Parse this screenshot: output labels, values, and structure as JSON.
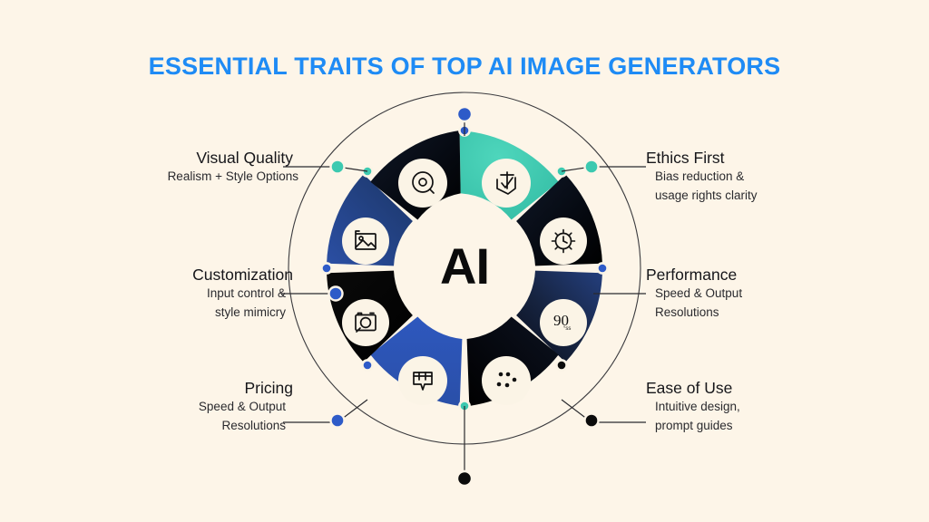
{
  "page": {
    "background_color": "#FDF5E8",
    "title": "ESSENTIAL TRAITS OF TOP AI IMAGE GENERATORS",
    "title_color": "#1E8BF5",
    "center_label": "AI"
  },
  "palette": {
    "teal": "#3CC9B0",
    "royal_blue": "#2C52A0",
    "bright_blue": "#2E5BC8",
    "near_black": "#0B0B0B",
    "midnight": "#101828",
    "cream": "#FDF5E8",
    "line": "#2A2A2E"
  },
  "traits": [
    {
      "id": "visual-quality",
      "title": "Visual Quality",
      "subtitle_lines": [
        "Realism + Style Options"
      ],
      "icon": "lens-quality-icon",
      "segment_color": "#3CC9B0",
      "dot_color": "#3CC9B0",
      "side": "left"
    },
    {
      "id": "customization",
      "title": "Customization",
      "subtitle_lines": [
        "Input control &",
        "style mimicry"
      ],
      "icon": "image-frame-icon",
      "segment_color": "#2C52A0",
      "dot_color": "#2E5BC8",
      "side": "left"
    },
    {
      "id": "pricing",
      "title": "Pricing",
      "subtitle_lines": [
        "Speed & Output",
        "Resolutions"
      ],
      "icon": "camera-icon",
      "segment_color": "#0B0B0B",
      "dot_color": "#2E5BC8",
      "side": "left"
    },
    {
      "id": "ethics-first",
      "title": "Ethics First",
      "subtitle_lines": [
        "Bias reduction &",
        "usage rights clarity"
      ],
      "icon": "shield-check-icon",
      "segment_color": "#0B0B0B",
      "dot_color": "#3CC9B0",
      "side": "right"
    },
    {
      "id": "performance",
      "title": "Performance",
      "subtitle_lines": [
        "Speed & Output",
        "Resolutions"
      ],
      "icon": "gauge-icon",
      "segment_color": "#2C52A0",
      "dot_color": "#2E5BC8",
      "side": "right"
    },
    {
      "id": "ease-of-use",
      "title": "Ease of Use",
      "subtitle_lines": [
        "Intuitive design,",
        "prompt guides"
      ],
      "icon": "dots-pattern-icon",
      "segment_color": "#0B0B0B",
      "dot_color": "#0B0B0B",
      "side": "right"
    }
  ],
  "wheel": {
    "segment_count": 8,
    "inner_icons": [
      "lens-quality-icon",
      "shield-check-icon",
      "gauge-icon",
      "rotate-90-icon",
      "dots-pattern-icon",
      "price-tag-icon",
      "camera-icon",
      "image-frame-icon"
    ]
  }
}
